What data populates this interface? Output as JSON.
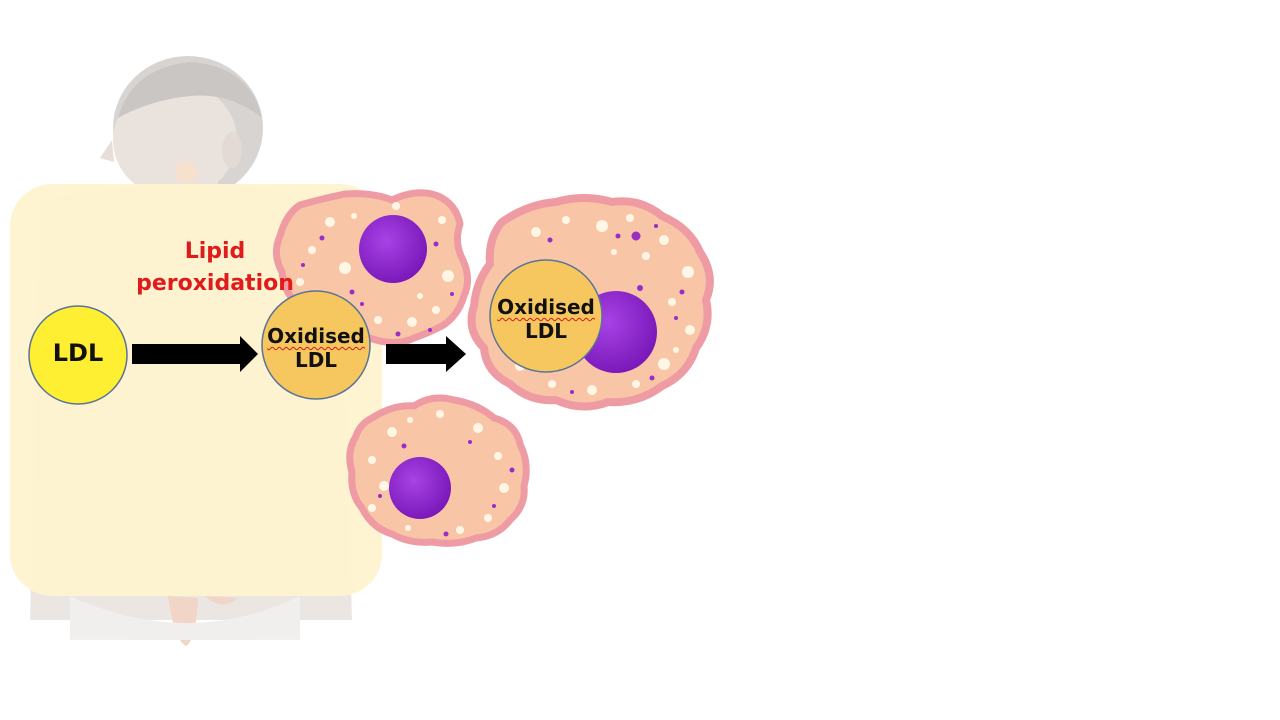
{
  "diagram": {
    "process_label_line1": "Lipid",
    "process_label_line2": "peroxidation",
    "ldl_label": "LDL",
    "oxidised_line1": "Oxidised",
    "oxidised_line2": "LDL",
    "engulfed_line1": "Oxidised",
    "engulfed_line2": "LDL"
  },
  "colors": {
    "process_label": "#e01b1b",
    "ldl_fill": "#ffef33",
    "oxidised_fill": "#f7c75f",
    "panel": "#fff3cf",
    "cell_body": "#f8c6a6",
    "cell_rim": "#ef9ba4",
    "nucleus": "#8a21c9",
    "arrow": "#000000"
  },
  "icons": [
    "human-torso-illustration",
    "macrophage-cell",
    "arrow-right-icon"
  ]
}
